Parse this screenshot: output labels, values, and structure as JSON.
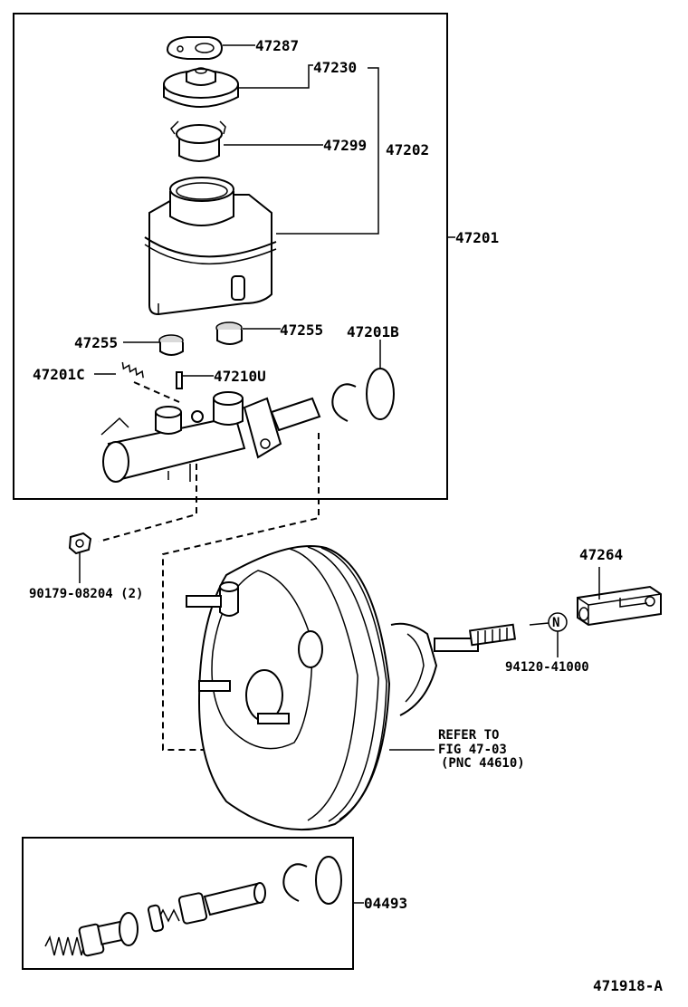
{
  "labels": {
    "p47287": "47287",
    "p47230": "47230",
    "p47299": "47299",
    "p47202": "47202",
    "p47201": "47201",
    "p47255a": "47255",
    "p47255b": "47255",
    "p47201b": "47201B",
    "p47201c": "47201C",
    "p47210u": "47210U",
    "p90179": "90179-08204 (2)",
    "p47264": "47264",
    "p94120": "94120-41000",
    "nut_symbol": "N",
    "refer_line1": "REFER TO",
    "refer_line2": "FIG 47-03",
    "refer_line3": "(PNC 44610)",
    "p04493": "04493",
    "figure_id": "471918-A"
  }
}
